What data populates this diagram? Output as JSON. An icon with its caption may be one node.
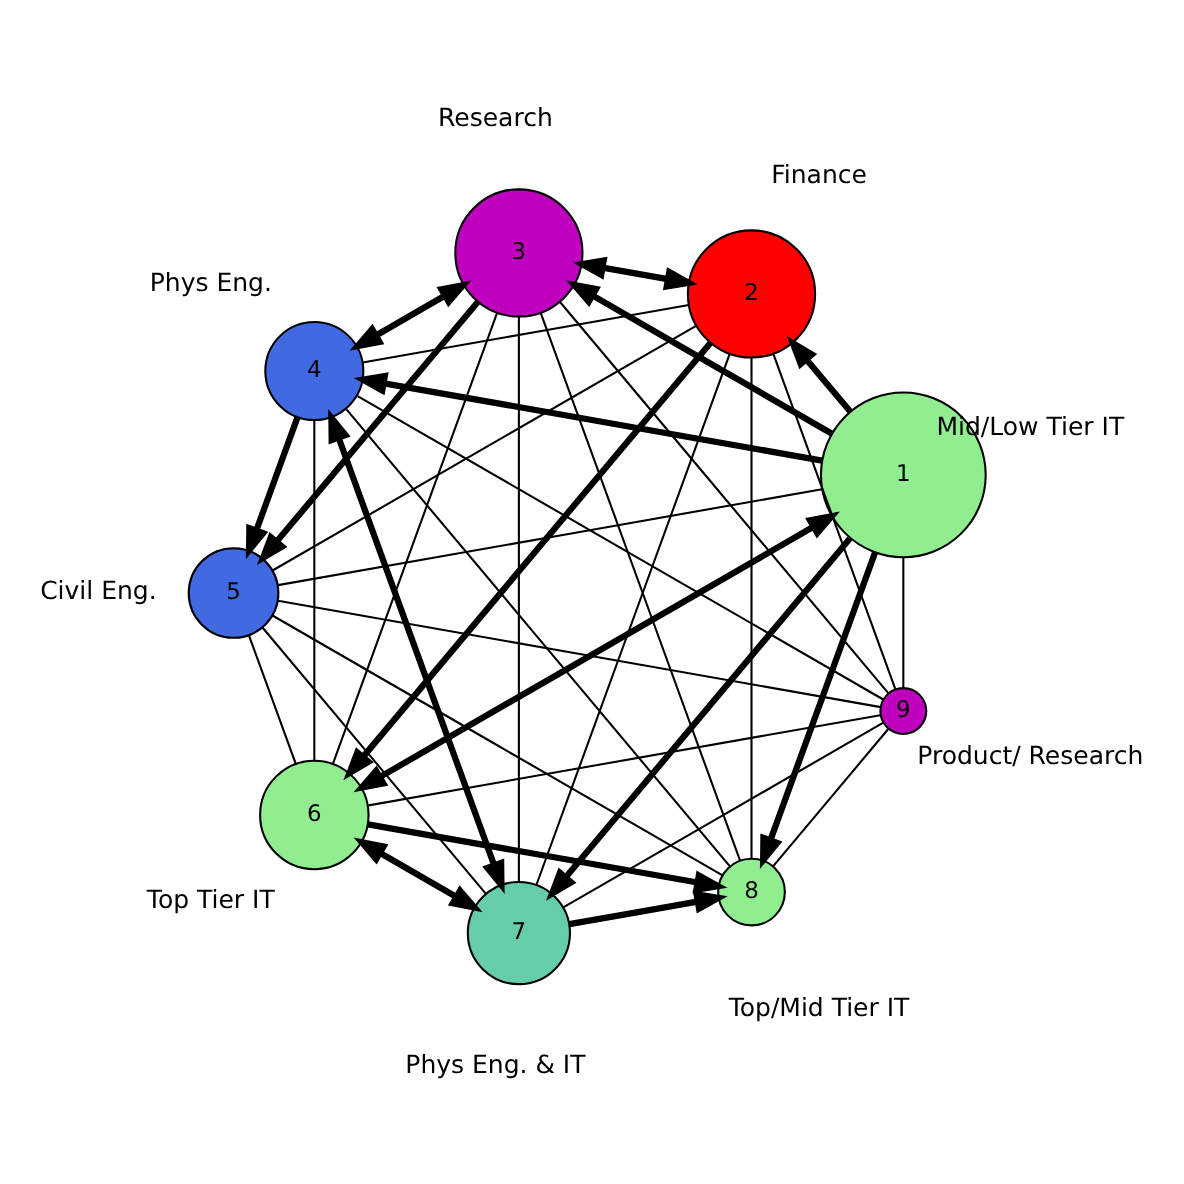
{
  "diagram": {
    "nodes": [
      {
        "text": [
          "1"
        ],
        "beside": [
          "Mid/Low Tier IT"
        ]
      },
      {
        "text": [
          "2"
        ],
        "beside": [
          "Finance"
        ]
      },
      {
        "text": [
          "3"
        ],
        "beside": [
          "Research"
        ]
      },
      {
        "text": [
          "4"
        ],
        "beside": [
          "Phys Eng."
        ]
      },
      {
        "text": [
          "5"
        ],
        "beside": [
          "Civil Eng."
        ]
      },
      {
        "text": [
          "6"
        ],
        "beside": [
          "Top Tier IT"
        ]
      },
      {
        "text": [
          "7"
        ],
        "beside": [
          "Phys Eng. & IT"
        ]
      },
      {
        "text": [
          "8"
        ],
        "beside": [
          "Top/Mid Tier IT"
        ]
      },
      {
        "text": [
          "9"
        ],
        "beside": [
          "Product/ Research"
        ]
      }
    ],
    "edges": [
      {
        "from": 0,
        "to": 1,
        "arrow": "to",
        "style": "thick"
      },
      {
        "from": 0,
        "to": 2,
        "arrow": "to",
        "style": "thick"
      },
      {
        "from": 0,
        "to": 3,
        "arrow": "to",
        "style": "thick"
      },
      {
        "from": 0,
        "to": 4,
        "arrow": "none"
      },
      {
        "from": 0,
        "to": 5,
        "arrow": "both",
        "style": "thick"
      },
      {
        "from": 0,
        "to": 6,
        "arrow": "to",
        "style": "thick"
      },
      {
        "from": 0,
        "to": 7,
        "arrow": "to",
        "style": "thick"
      },
      {
        "from": 0,
        "to": 8,
        "arrow": "none"
      },
      {
        "from": 1,
        "to": 2,
        "arrow": "both",
        "style": "thick"
      },
      {
        "from": 1,
        "to": 3,
        "arrow": "none"
      },
      {
        "from": 1,
        "to": 4,
        "arrow": "none"
      },
      {
        "from": 1,
        "to": 5,
        "arrow": "to",
        "style": "thick"
      },
      {
        "from": 1,
        "to": 6,
        "arrow": "none"
      },
      {
        "from": 1,
        "to": 7,
        "arrow": "none"
      },
      {
        "from": 1,
        "to": 8,
        "arrow": "none"
      },
      {
        "from": 3,
        "to": 2,
        "arrow": "both",
        "style": "thick"
      },
      {
        "from": 2,
        "to": 4,
        "arrow": "to",
        "style": "thick"
      },
      {
        "from": 2,
        "to": 5,
        "arrow": "none"
      },
      {
        "from": 2,
        "to": 6,
        "arrow": "none"
      },
      {
        "from": 2,
        "to": 7,
        "arrow": "none"
      },
      {
        "from": 2,
        "to": 8,
        "arrow": "none"
      },
      {
        "from": 3,
        "to": 4,
        "arrow": "to",
        "style": "thick"
      },
      {
        "from": 3,
        "to": 5,
        "arrow": "none"
      },
      {
        "from": 3,
        "to": 6,
        "arrow": "both",
        "style": "thick"
      },
      {
        "from": 3,
        "to": 7,
        "arrow": "none"
      },
      {
        "from": 3,
        "to": 8,
        "arrow": "none"
      },
      {
        "from": 4,
        "to": 5,
        "arrow": "none"
      },
      {
        "from": 4,
        "to": 6,
        "arrow": "none"
      },
      {
        "from": 4,
        "to": 7,
        "arrow": "none"
      },
      {
        "from": 4,
        "to": 8,
        "arrow": "none"
      },
      {
        "from": 5,
        "to": 6,
        "arrow": "both",
        "style": "thick"
      },
      {
        "from": 5,
        "to": 7,
        "arrow": "to",
        "style": "thick"
      },
      {
        "from": 5,
        "to": 8,
        "arrow": "none"
      },
      {
        "from": 6,
        "to": 7,
        "arrow": "to",
        "style": "thick"
      },
      {
        "from": 6,
        "to": 8,
        "arrow": "none"
      },
      {
        "from": 7,
        "to": 8,
        "arrow": "none"
      }
    ]
  }
}
